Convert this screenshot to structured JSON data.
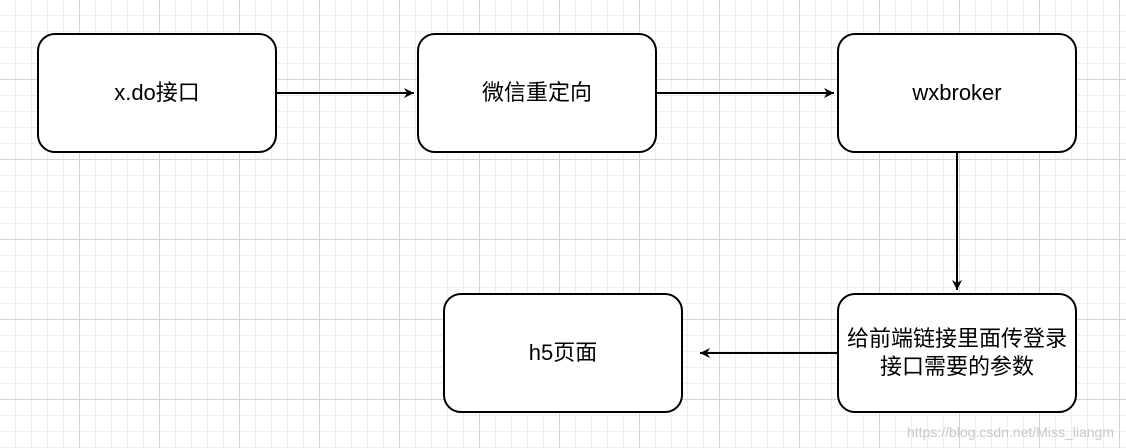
{
  "diagram": {
    "nodes": [
      {
        "id": "xdo",
        "label": "x.do接口"
      },
      {
        "id": "wechat",
        "label": "微信重定向"
      },
      {
        "id": "broker",
        "label": "wxbroker"
      },
      {
        "id": "params",
        "label": "给前端链接里面传登录接口需要的参数"
      },
      {
        "id": "h5",
        "label": "h5页面"
      }
    ],
    "edges": [
      {
        "from": "xdo",
        "to": "wechat"
      },
      {
        "from": "wechat",
        "to": "broker"
      },
      {
        "from": "broker",
        "to": "params"
      },
      {
        "from": "params",
        "to": "h5"
      }
    ]
  },
  "watermark": "https://blog.csdn.net/Miss_liangm"
}
